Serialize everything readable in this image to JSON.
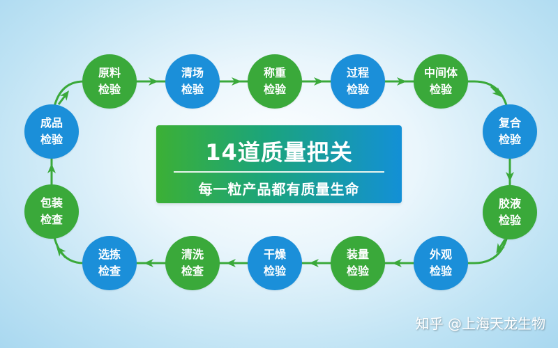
{
  "title": {
    "main": "14道质量把关",
    "subtitle": "每一粒产品都有质量生命"
  },
  "colors": {
    "green": "#3aa93a",
    "blue": "#1b8fd9",
    "arrow": "#3aa93a"
  },
  "steps": [
    {
      "line1": "原料",
      "line2": "检验",
      "color": "green"
    },
    {
      "line1": "清场",
      "line2": "检验",
      "color": "blue"
    },
    {
      "line1": "称重",
      "line2": "检验",
      "color": "green"
    },
    {
      "line1": "过程",
      "line2": "检验",
      "color": "blue"
    },
    {
      "line1": "中间体",
      "line2": "检验",
      "color": "green"
    },
    {
      "line1": "复合",
      "line2": "检验",
      "color": "blue"
    },
    {
      "line1": "胶液",
      "line2": "检验",
      "color": "green"
    },
    {
      "line1": "外观",
      "line2": "检验",
      "color": "blue"
    },
    {
      "line1": "装量",
      "line2": "检验",
      "color": "green"
    },
    {
      "line1": "干燥",
      "line2": "检验",
      "color": "blue"
    },
    {
      "line1": "清洗",
      "line2": "检查",
      "color": "green"
    },
    {
      "line1": "选拣",
      "line2": "检查",
      "color": "blue"
    },
    {
      "line1": "包装",
      "line2": "检查",
      "color": "green"
    },
    {
      "line1": "成品",
      "line2": "检验",
      "color": "blue"
    }
  ],
  "watermark": "知乎 @上海天龙生物"
}
